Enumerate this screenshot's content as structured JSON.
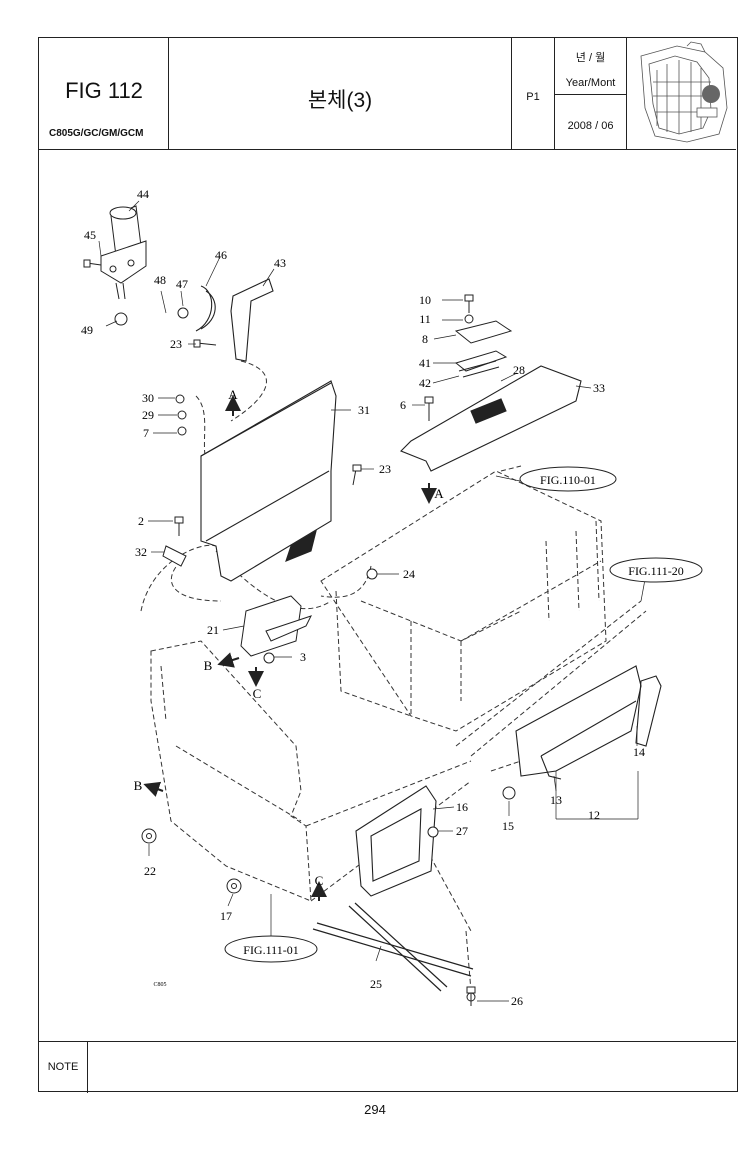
{
  "header": {
    "fig_number": "FIG 112",
    "models": "C805G/GC/GM/GCM",
    "title": "본체(3)",
    "page_code": "P1",
    "year_month_ko": "년 / 월",
    "year_month_en": "Year/Mont",
    "date": "2008 / 06"
  },
  "callouts": [
    "44",
    "45",
    "46",
    "47",
    "48",
    "49",
    "43",
    "23",
    "10",
    "11",
    "8",
    "41",
    "42",
    "28",
    "33",
    "6",
    "30",
    "29",
    "7",
    "31",
    "23",
    "2",
    "32",
    "24",
    "21",
    "3",
    "22",
    "17",
    "16",
    "27",
    "15",
    "13",
    "12",
    "14",
    "25",
    "26"
  ],
  "references": {
    "fig_110": "FIG.110-01",
    "fig_111_20": "FIG.111-20",
    "fig_111_01": "FIG.111-01"
  },
  "arrow_labels": {
    "a_up": "A",
    "a_down": "A",
    "b_left": "B",
    "b_right": "B",
    "c_down": "C",
    "c_up": "C"
  },
  "code": "C805",
  "note_label": "NOTE",
  "page_number": "294"
}
